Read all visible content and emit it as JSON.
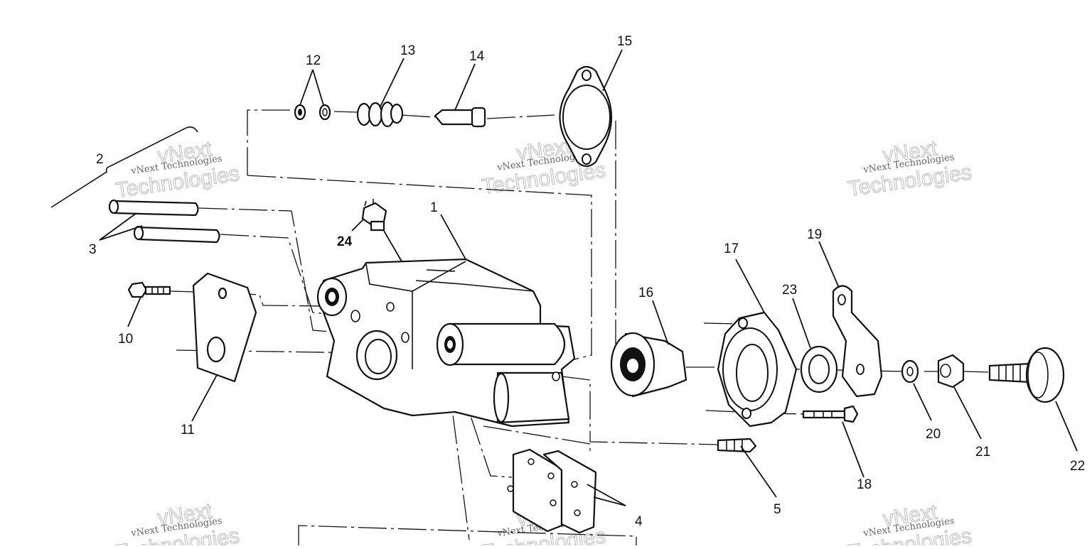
{
  "callouts": {
    "c1": "1",
    "c2": "2",
    "c3": "3",
    "c4": "4",
    "c5": "5",
    "c10": "10",
    "c11": "11",
    "c12": "12",
    "c13": "13",
    "c14": "14",
    "c15": "15",
    "c16": "16",
    "c17": "17",
    "c18": "18",
    "c19": "19",
    "c20": "20",
    "c21": "21",
    "c22": "22",
    "c23": "23",
    "c24": "24"
  },
  "watermark": {
    "small": "vNext Technologies",
    "big_top": "vNext",
    "big_bottom": "Technologies"
  }
}
